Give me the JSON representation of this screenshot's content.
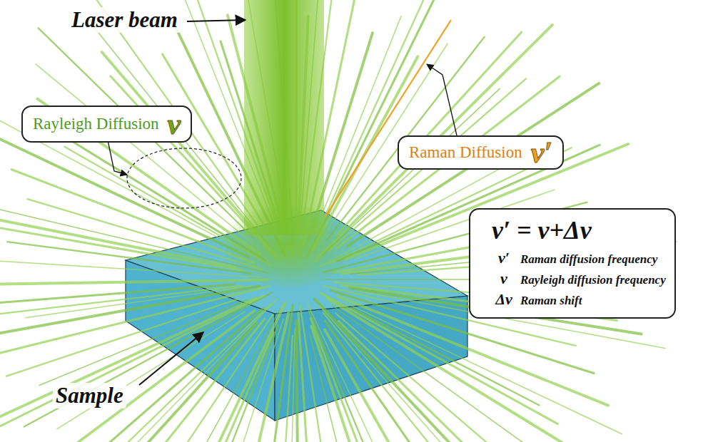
{
  "diagram": {
    "nodes": [
      {
        "text": [
          "Rayleigh Diffusion",
          "ν"
        ]
      },
      {
        "text": [
          "Raman Diffusion",
          "ν′"
        ]
      },
      {
        "text": [
          "ν′ = ν+Δν",
          "ν′",
          "Raman diffusion frequency",
          "ν",
          "Rayleigh diffusion frequency",
          "Δν",
          "Raman shift"
        ]
      }
    ],
    "labels": [
      "Laser beam",
      "Sample"
    ]
  }
}
